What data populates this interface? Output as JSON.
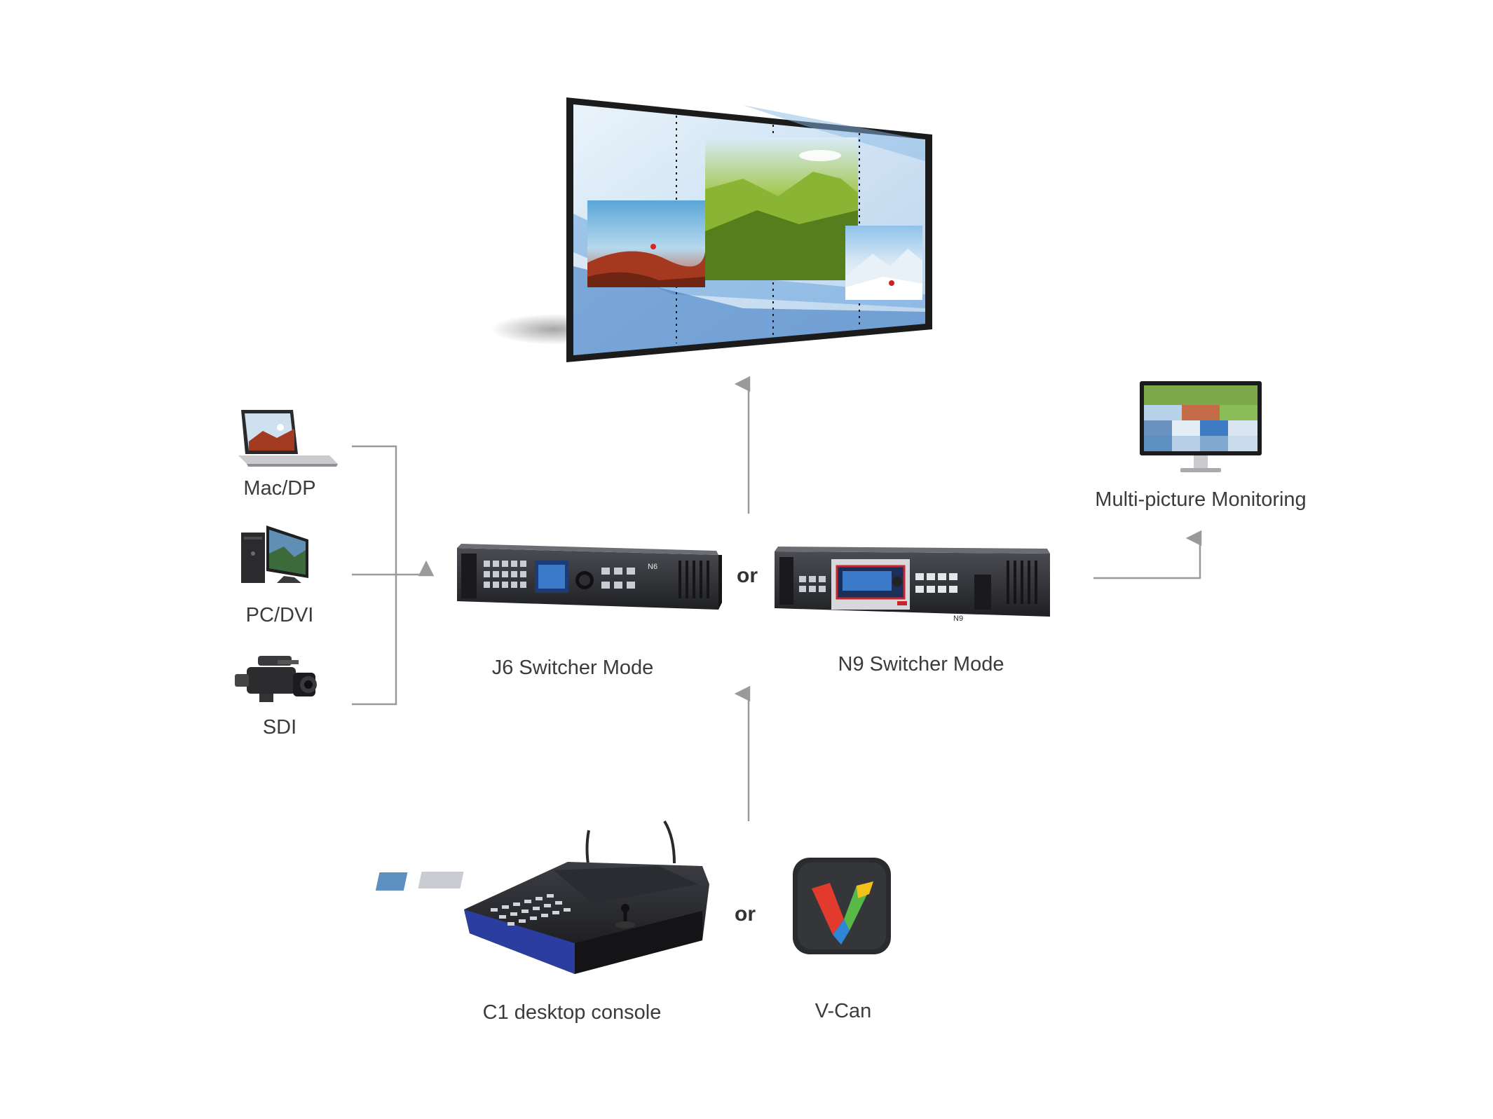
{
  "labels": {
    "mac": "Mac/DP",
    "pc": "PC/DVI",
    "sdi": "SDI",
    "j6": "J6 Switcher Mode",
    "n9": "N9 Switcher Mode",
    "monitoring": "Multi-picture Monitoring",
    "console": "C1 desktop console",
    "vcan": "V-Can",
    "or_top": "or",
    "or_bottom": "or"
  },
  "device_marks": {
    "j6": "N6",
    "n9": "N9"
  },
  "colors": {
    "connector": "#9a9a9a",
    "sky": "#cfe4f5",
    "ribbon": "#3d7cc4",
    "device_body": "#2c2d30",
    "console_blue": "#2b3d9e",
    "vcan_red": "#e23b2e",
    "vcan_green": "#58b947",
    "vcan_blue": "#2f86d6",
    "vcan_yellow": "#f2c21b"
  },
  "icons": [
    "led-video-wall",
    "laptop-icon",
    "desktop-pc-icon",
    "video-camera-icon",
    "monitor-icon",
    "rack-switcher-icon",
    "console-icon",
    "vcan-logo-icon"
  ]
}
